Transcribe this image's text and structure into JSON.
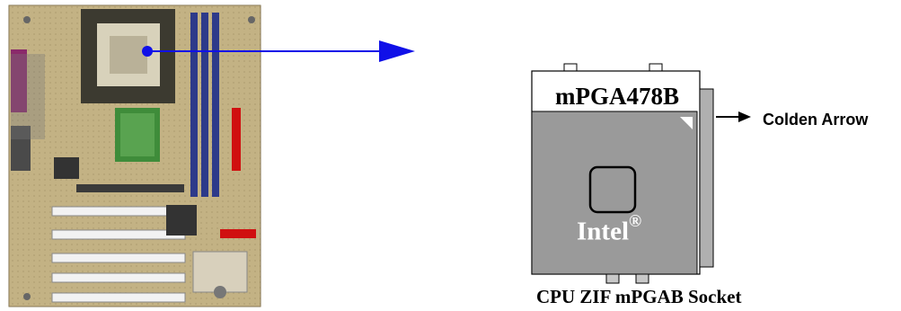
{
  "diagram": {
    "socket_label": "mPGA478B",
    "cpu_brand": "Intel",
    "cpu_brand_mark": "®",
    "arrow_label": "Colden Arrow",
    "caption": "CPU ZIF mPGAB Socket",
    "colors": {
      "pointer_arrow": "#1010e8",
      "board": "#c9b98a",
      "cpu_body": "#9a9a9a",
      "socket_frame": "#ffffff",
      "lever": "#b0b0b0"
    }
  }
}
